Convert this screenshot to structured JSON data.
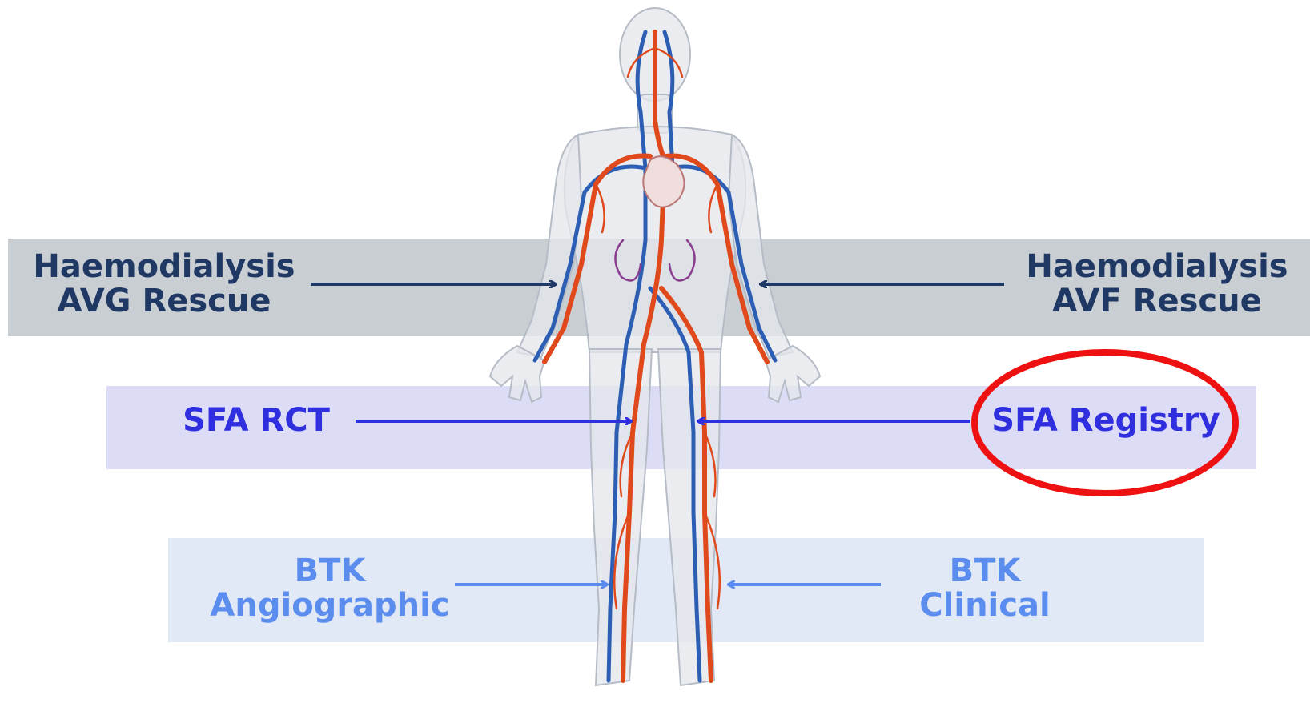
{
  "rows": [
    {
      "id": "haemodialysis",
      "color": "#1f3864",
      "band_color": "#c9ced3",
      "left": {
        "line1": "Haemodialysis",
        "line2": "AVG  Rescue"
      },
      "right": {
        "line1": "Haemodialysis",
        "line2": "AVF Rescue"
      }
    },
    {
      "id": "sfa",
      "color": "#2f2fe0",
      "band_color": "#dcdcf7",
      "left": {
        "line1": "SFA RCT"
      },
      "right": {
        "line1": "SFA Registry"
      }
    },
    {
      "id": "btk",
      "color": "#5b8def",
      "band_color": "#e1e8f6",
      "left": {
        "line1": "BTK",
        "line2": "Angiographic"
      },
      "right": {
        "line1": "BTK",
        "line2": "Clinical"
      }
    }
  ],
  "highlight": {
    "target": "SFA Registry",
    "color": "#ee1111"
  },
  "figure": {
    "subject": "human circulatory system",
    "artery_color": "#e0491b",
    "vein_color": "#2c5fb4"
  }
}
